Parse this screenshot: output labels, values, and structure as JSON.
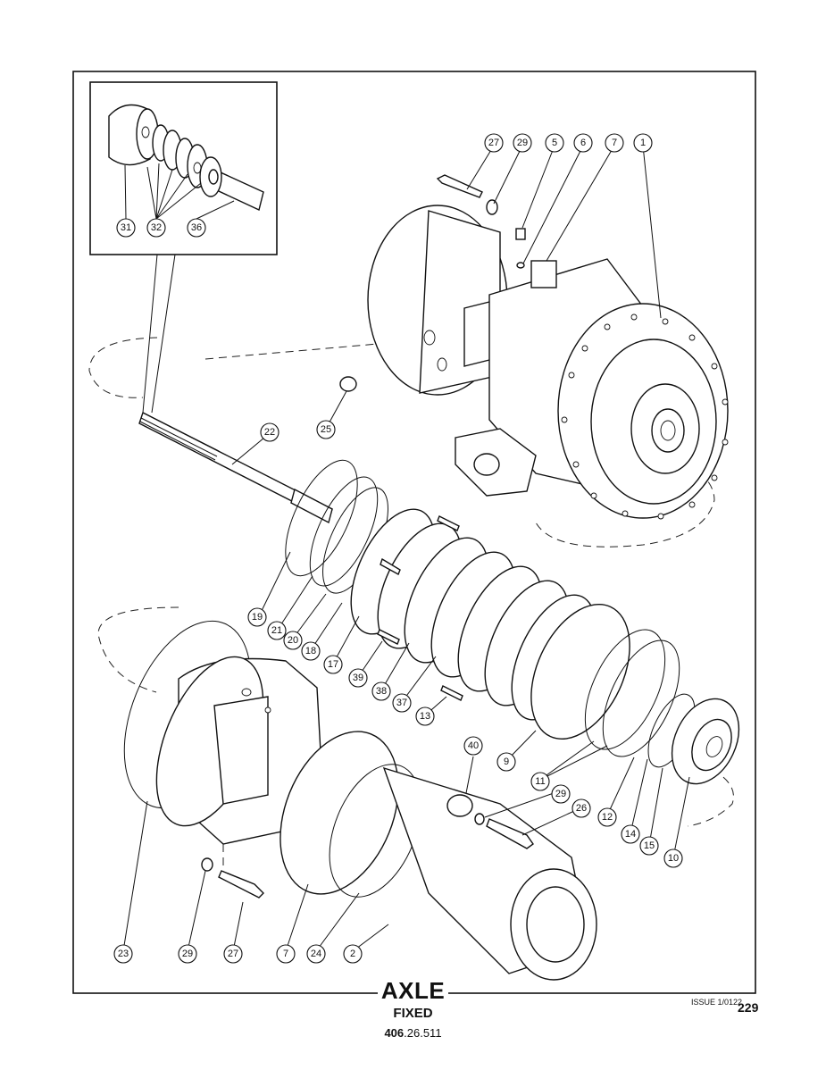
{
  "footer": {
    "title": "AXLE",
    "subtitle": "FIXED",
    "part_number_prefix": "406",
    "part_number_suffix": ".26.511",
    "issue": "ISSUE 1/0122",
    "page": "229"
  },
  "inset": {
    "callouts": [
      "31",
      "32",
      "36"
    ]
  },
  "callouts": [
    "27",
    "29",
    "5",
    "6",
    "7",
    "1",
    "25",
    "22",
    "19",
    "21",
    "20",
    "18",
    "17",
    "39",
    "38",
    "37",
    "13",
    "40",
    "29",
    "26",
    "9",
    "11",
    "12",
    "14",
    "15",
    "10",
    "23",
    "29",
    "27",
    "7",
    "24",
    "2"
  ]
}
